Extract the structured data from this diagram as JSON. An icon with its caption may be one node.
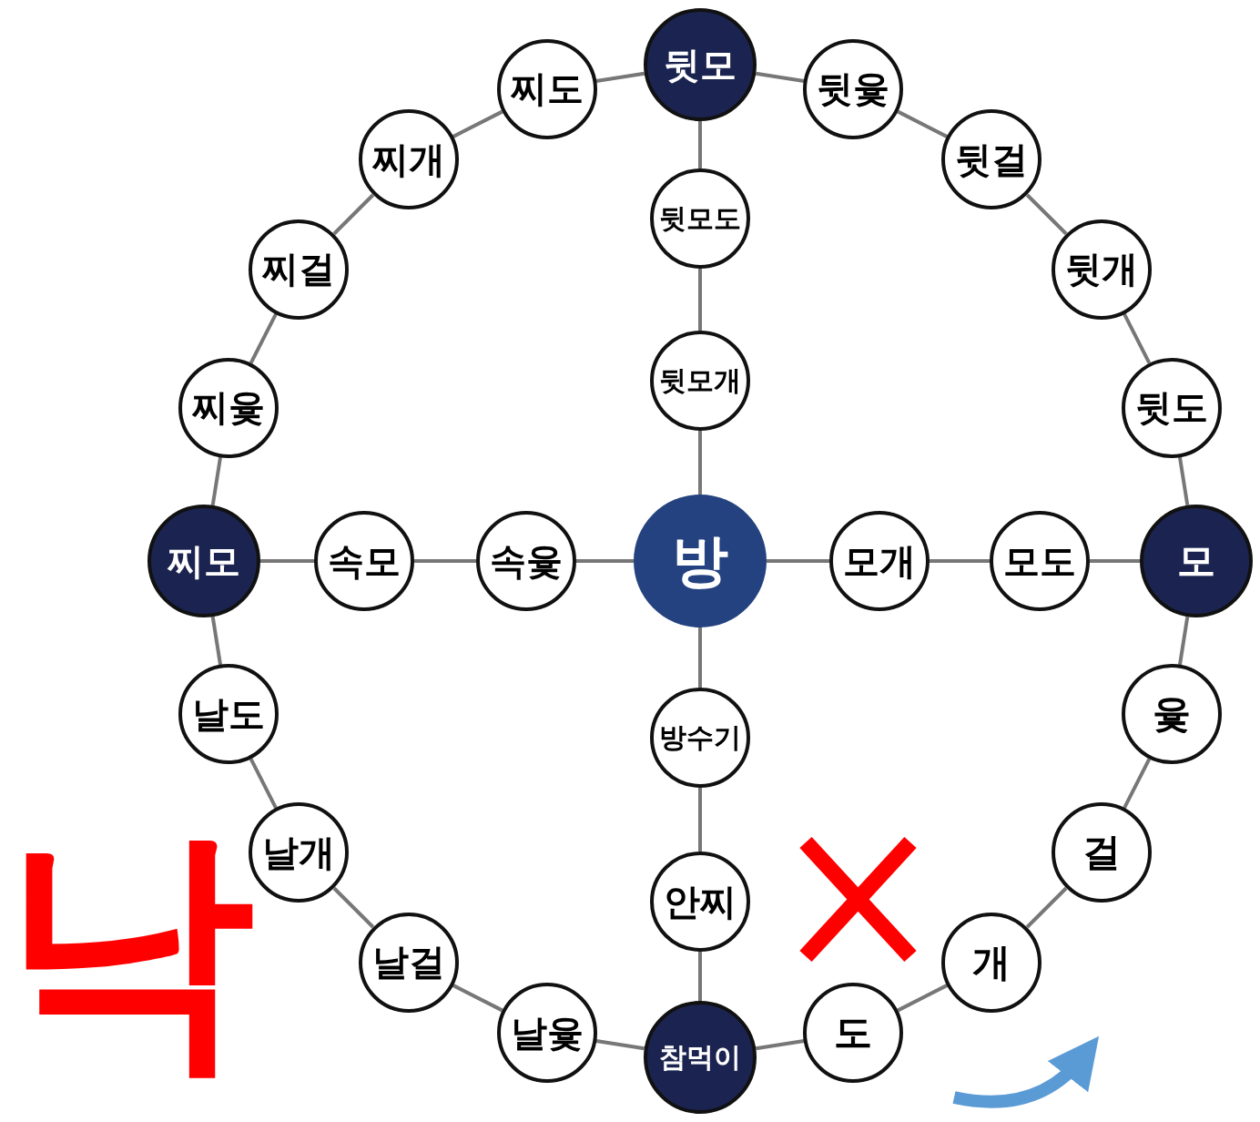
{
  "diagram": {
    "nodes": [
      {
        "text": [
          "뒷모"
        ]
      },
      {
        "text": [
          "찌도"
        ]
      },
      {
        "text": [
          "뒷윷"
        ]
      },
      {
        "text": [
          "찌개"
        ]
      },
      {
        "text": [
          "뒷걸"
        ]
      },
      {
        "text": [
          "뒷모도"
        ]
      },
      {
        "text": [
          "찌걸"
        ]
      },
      {
        "text": [
          "뒷개"
        ]
      },
      {
        "text": [
          "뒷모개"
        ]
      },
      {
        "text": [
          "찌윷"
        ]
      },
      {
        "text": [
          "뒷도"
        ]
      },
      {
        "text": [
          "찌모"
        ]
      },
      {
        "text": [
          "속모"
        ]
      },
      {
        "text": [
          "속윷"
        ]
      },
      {
        "text": [
          "방"
        ]
      },
      {
        "text": [
          "모개"
        ]
      },
      {
        "text": [
          "모도"
        ]
      },
      {
        "text": [
          "모"
        ]
      },
      {
        "text": [
          "방수기"
        ]
      },
      {
        "text": [
          "날도"
        ]
      },
      {
        "text": [
          "윷"
        ]
      },
      {
        "text": [
          "날개"
        ]
      },
      {
        "text": [
          "걸"
        ]
      },
      {
        "text": [
          "안찌"
        ]
      },
      {
        "text": [
          "날걸"
        ]
      },
      {
        "text": [
          "개"
        ]
      },
      {
        "text": [
          "날윷"
        ]
      },
      {
        "text": [
          "도"
        ]
      },
      {
        "text": [
          "참먹이"
        ]
      }
    ],
    "edges": [
      {
        "from": 28,
        "to": 27,
        "arrow": "none"
      },
      {
        "from": 27,
        "to": 25,
        "arrow": "none"
      },
      {
        "from": 25,
        "to": 22,
        "arrow": "none"
      },
      {
        "from": 22,
        "to": 20,
        "arrow": "none"
      },
      {
        "from": 20,
        "to": 17,
        "arrow": "none"
      },
      {
        "from": 17,
        "to": 10,
        "arrow": "none"
      },
      {
        "from": 10,
        "to": 7,
        "arrow": "none"
      },
      {
        "from": 7,
        "to": 4,
        "arrow": "none"
      },
      {
        "from": 4,
        "to": 2,
        "arrow": "none"
      },
      {
        "from": 2,
        "to": 0,
        "arrow": "none"
      },
      {
        "from": 0,
        "to": 1,
        "arrow": "none"
      },
      {
        "from": 1,
        "to": 3,
        "arrow": "none"
      },
      {
        "from": 3,
        "to": 6,
        "arrow": "none"
      },
      {
        "from": 6,
        "to": 9,
        "arrow": "none"
      },
      {
        "from": 9,
        "to": 11,
        "arrow": "none"
      },
      {
        "from": 11,
        "to": 19,
        "arrow": "none"
      },
      {
        "from": 19,
        "to": 21,
        "arrow": "none"
      },
      {
        "from": 21,
        "to": 24,
        "arrow": "none"
      },
      {
        "from": 24,
        "to": 26,
        "arrow": "none"
      },
      {
        "from": 26,
        "to": 28,
        "arrow": "none"
      },
      {
        "from": 0,
        "to": 5,
        "arrow": "none"
      },
      {
        "from": 5,
        "to": 8,
        "arrow": "none"
      },
      {
        "from": 8,
        "to": 14,
        "arrow": "none"
      },
      {
        "from": 14,
        "to": 18,
        "arrow": "none"
      },
      {
        "from": 18,
        "to": 23,
        "arrow": "none"
      },
      {
        "from": 23,
        "to": 28,
        "arrow": "none"
      },
      {
        "from": 11,
        "to": 12,
        "arrow": "none"
      },
      {
        "from": 12,
        "to": 13,
        "arrow": "none"
      },
      {
        "from": 13,
        "to": 14,
        "arrow": "none"
      },
      {
        "from": 14,
        "to": 15,
        "arrow": "none"
      },
      {
        "from": 15,
        "to": 16,
        "arrow": "none"
      },
      {
        "from": 16,
        "to": 17,
        "arrow": "none"
      }
    ],
    "labels": [
      "낙"
    ]
  }
}
